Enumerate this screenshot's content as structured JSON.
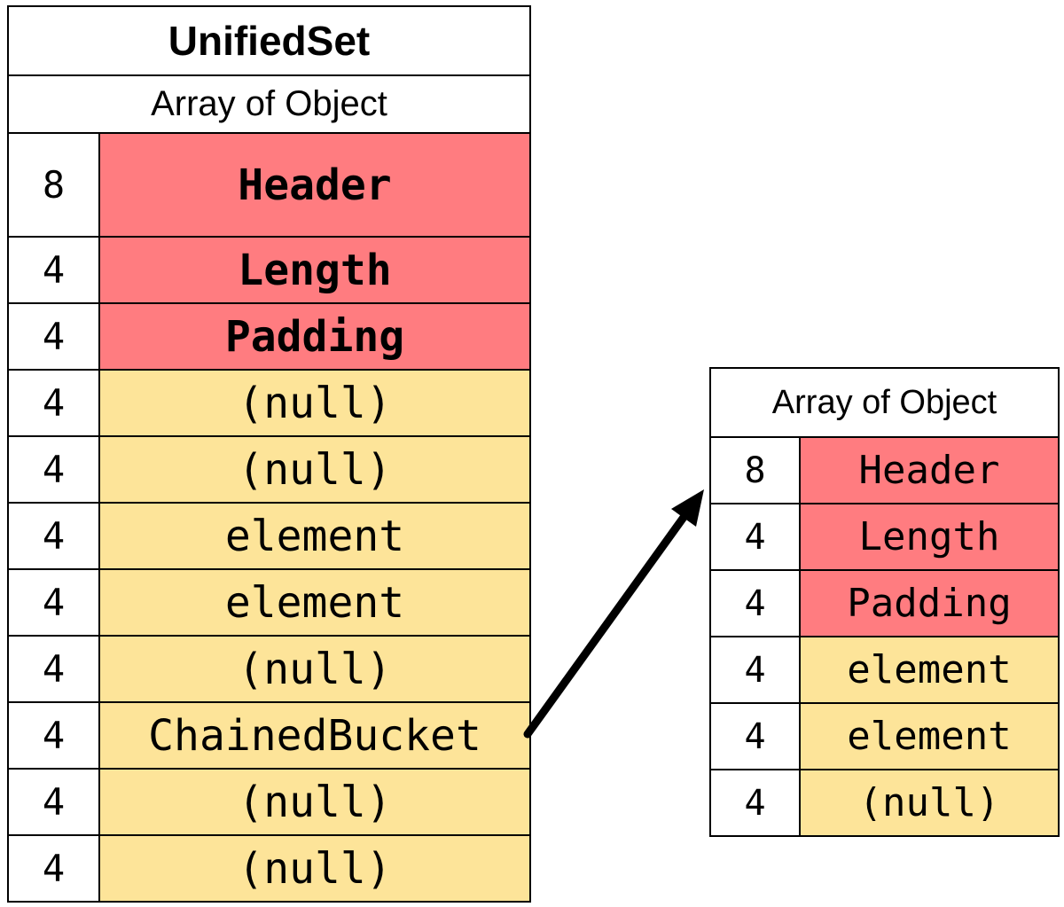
{
  "left": {
    "title": "UnifiedSet",
    "subtitle": "Array of Object",
    "rows": [
      {
        "size": "8",
        "label": "Header",
        "kind": "header"
      },
      {
        "size": "4",
        "label": "Length",
        "kind": "header"
      },
      {
        "size": "4",
        "label": "Padding",
        "kind": "header"
      },
      {
        "size": "4",
        "label": "(null)",
        "kind": "data"
      },
      {
        "size": "4",
        "label": "(null)",
        "kind": "data"
      },
      {
        "size": "4",
        "label": "element",
        "kind": "data"
      },
      {
        "size": "4",
        "label": "element",
        "kind": "data"
      },
      {
        "size": "4",
        "label": "(null)",
        "kind": "data"
      },
      {
        "size": "4",
        "label": "ChainedBucket",
        "kind": "data"
      },
      {
        "size": "4",
        "label": "(null)",
        "kind": "data"
      },
      {
        "size": "4",
        "label": "(null)",
        "kind": "data"
      }
    ]
  },
  "right": {
    "subtitle": "Array of Object",
    "rows": [
      {
        "size": "8",
        "label": "Header",
        "kind": "header"
      },
      {
        "size": "4",
        "label": "Length",
        "kind": "header"
      },
      {
        "size": "4",
        "label": "Padding",
        "kind": "header"
      },
      {
        "size": "4",
        "label": "element",
        "kind": "data"
      },
      {
        "size": "4",
        "label": "element",
        "kind": "data"
      },
      {
        "size": "4",
        "label": "(null)",
        "kind": "data"
      }
    ]
  },
  "colors": {
    "header_fill": "#ff7c80",
    "data_fill": "#fde499",
    "border": "#000000"
  }
}
